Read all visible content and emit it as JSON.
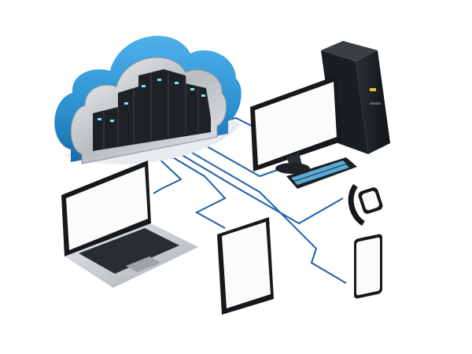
{
  "scene": {
    "subject": "cloud-computing-network-illustration",
    "devices": [
      "cloud-server-rack",
      "desktop-monitor",
      "tower-pc",
      "keyboard",
      "smartwatch",
      "laptop",
      "tablet",
      "smartphone"
    ],
    "colors": {
      "background": "#ffffff",
      "cloud_blue": "#2a8fd0",
      "cloud_blue_dark": "#1b6aa6",
      "chrome": "#c9ced3",
      "server_dark": "#1e2226",
      "connector_line": "#1f5fa8",
      "device_black": "#16181b",
      "device_silver": "#c4c7cb",
      "screen_white": "#fbfbfb"
    }
  }
}
